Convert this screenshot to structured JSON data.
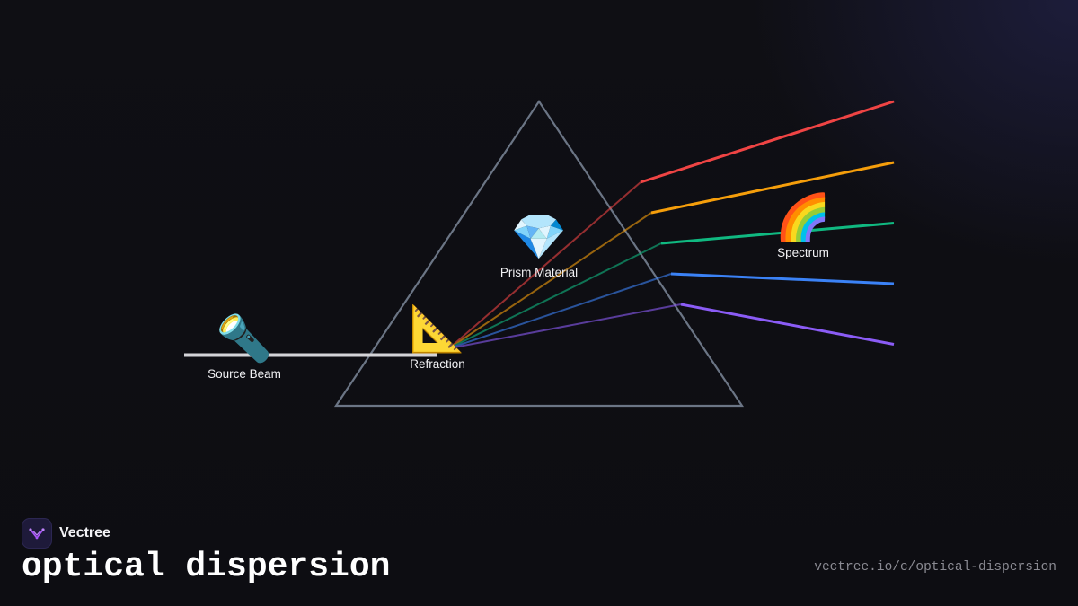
{
  "brand": {
    "name": "Vectree",
    "logo_icon": "vectree-logo-icon",
    "accent": "#a855f7"
  },
  "title": "optical dispersion",
  "url": "vectree.io/c/optical-dispersion",
  "nodes": {
    "source": {
      "label": "Source Beam",
      "icon": "flashlight-icon",
      "glyph": "🔦"
    },
    "refraction": {
      "label": "Refraction",
      "icon": "triangular-ruler-icon",
      "glyph": "📐"
    },
    "material": {
      "label": "Prism Material",
      "icon": "gem-icon",
      "glyph": "💎"
    },
    "spectrum": {
      "label": "Spectrum",
      "icon": "rainbow-icon",
      "glyph": "🌈"
    }
  },
  "colors": {
    "background": "#0e0e13",
    "prism_outline": "#6b7585",
    "white_beam": "#d4d4d8",
    "red": "#ef4444",
    "orange": "#f59e0b",
    "green": "#10b981",
    "blue": "#3b82f6",
    "violet": "#8b5cf6"
  }
}
